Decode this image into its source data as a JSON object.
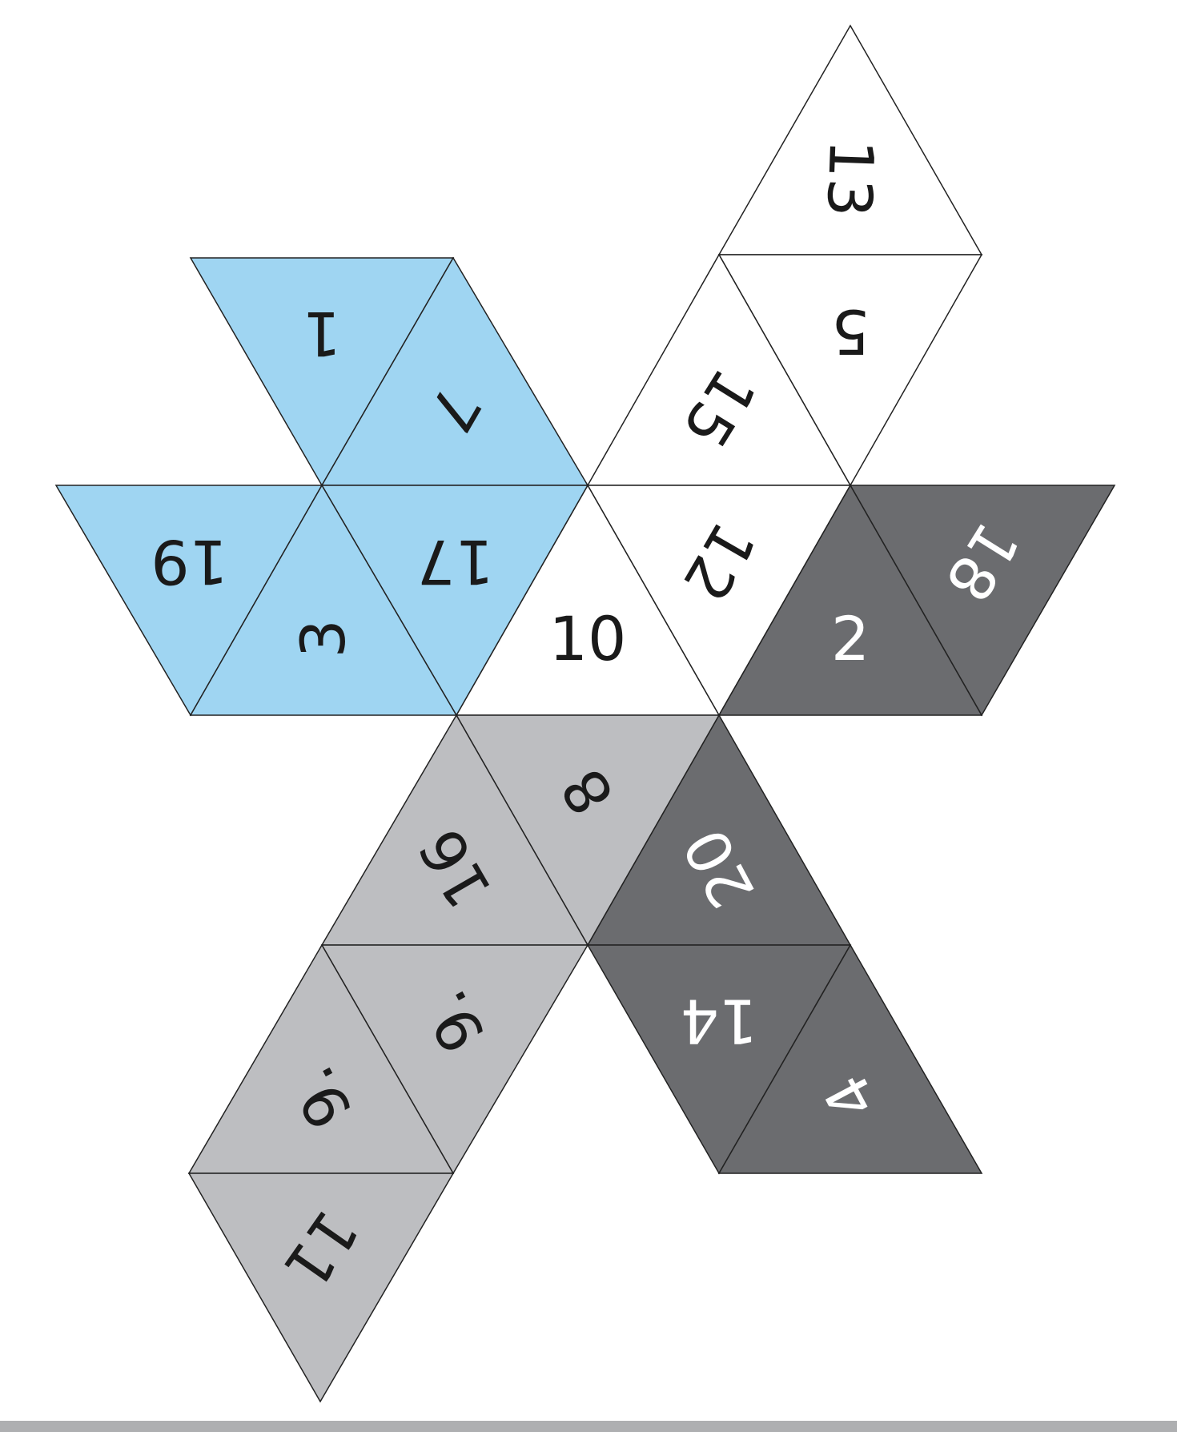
{
  "colors": {
    "white": "#ffffff",
    "blue": "#9fd5f2",
    "light_gray": "#bdbec1",
    "dark_gray": "#6b6c6f",
    "outline": "#222222",
    "dark_text": "#1a1a1a",
    "light_text": "#ffffff",
    "bottom_bar": "#aeafb1"
  },
  "faces": [
    {
      "label": "13",
      "fill": "white",
      "text": "dark",
      "orientation": "rotated-90-clockwise"
    },
    {
      "label": "5",
      "fill": "white",
      "text": "dark",
      "orientation": "upside-down"
    },
    {
      "label": "15",
      "fill": "white",
      "text": "dark",
      "orientation": "rotated-clockwise"
    },
    {
      "label": "12",
      "fill": "white",
      "text": "dark",
      "orientation": "rotated-clockwise"
    },
    {
      "label": "10",
      "fill": "white",
      "text": "dark",
      "orientation": "upright"
    },
    {
      "label": "1",
      "fill": "blue",
      "text": "dark",
      "orientation": "upside-down"
    },
    {
      "label": "7",
      "fill": "blue",
      "text": "dark",
      "orientation": "rotated-clockwise"
    },
    {
      "label": "19",
      "fill": "blue",
      "text": "dark",
      "orientation": "upside-down"
    },
    {
      "label": "17",
      "fill": "blue",
      "text": "dark",
      "orientation": "upside-down"
    },
    {
      "label": "3",
      "fill": "blue",
      "text": "dark",
      "orientation": "rotated-90-counterclockwise"
    },
    {
      "label": "18",
      "fill": "dark_gray",
      "text": "light",
      "orientation": "rotated-clockwise"
    },
    {
      "label": "2",
      "fill": "dark_gray",
      "text": "light",
      "orientation": "upright"
    },
    {
      "label": "20",
      "fill": "dark_gray",
      "text": "light",
      "orientation": "rotated-counterclockwise"
    },
    {
      "label": "14",
      "fill": "dark_gray",
      "text": "light",
      "orientation": "upside-down"
    },
    {
      "label": "4",
      "fill": "dark_gray",
      "text": "light",
      "orientation": "rotated-counterclockwise"
    },
    {
      "label": "8",
      "fill": "light_gray",
      "text": "dark",
      "orientation": "rotated-counterclockwise"
    },
    {
      "label": "16",
      "fill": "light_gray",
      "text": "dark",
      "orientation": "rotated-counterclockwise"
    },
    {
      "label": "9.",
      "fill": "light_gray",
      "text": "dark",
      "orientation": "rotated-counterclockwise"
    },
    {
      "label": "9.",
      "fill": "light_gray",
      "text": "dark",
      "orientation": "rotated-counterclockwise"
    },
    {
      "label": "11",
      "fill": "light_gray",
      "text": "dark",
      "orientation": "rotated-clockwise"
    }
  ]
}
